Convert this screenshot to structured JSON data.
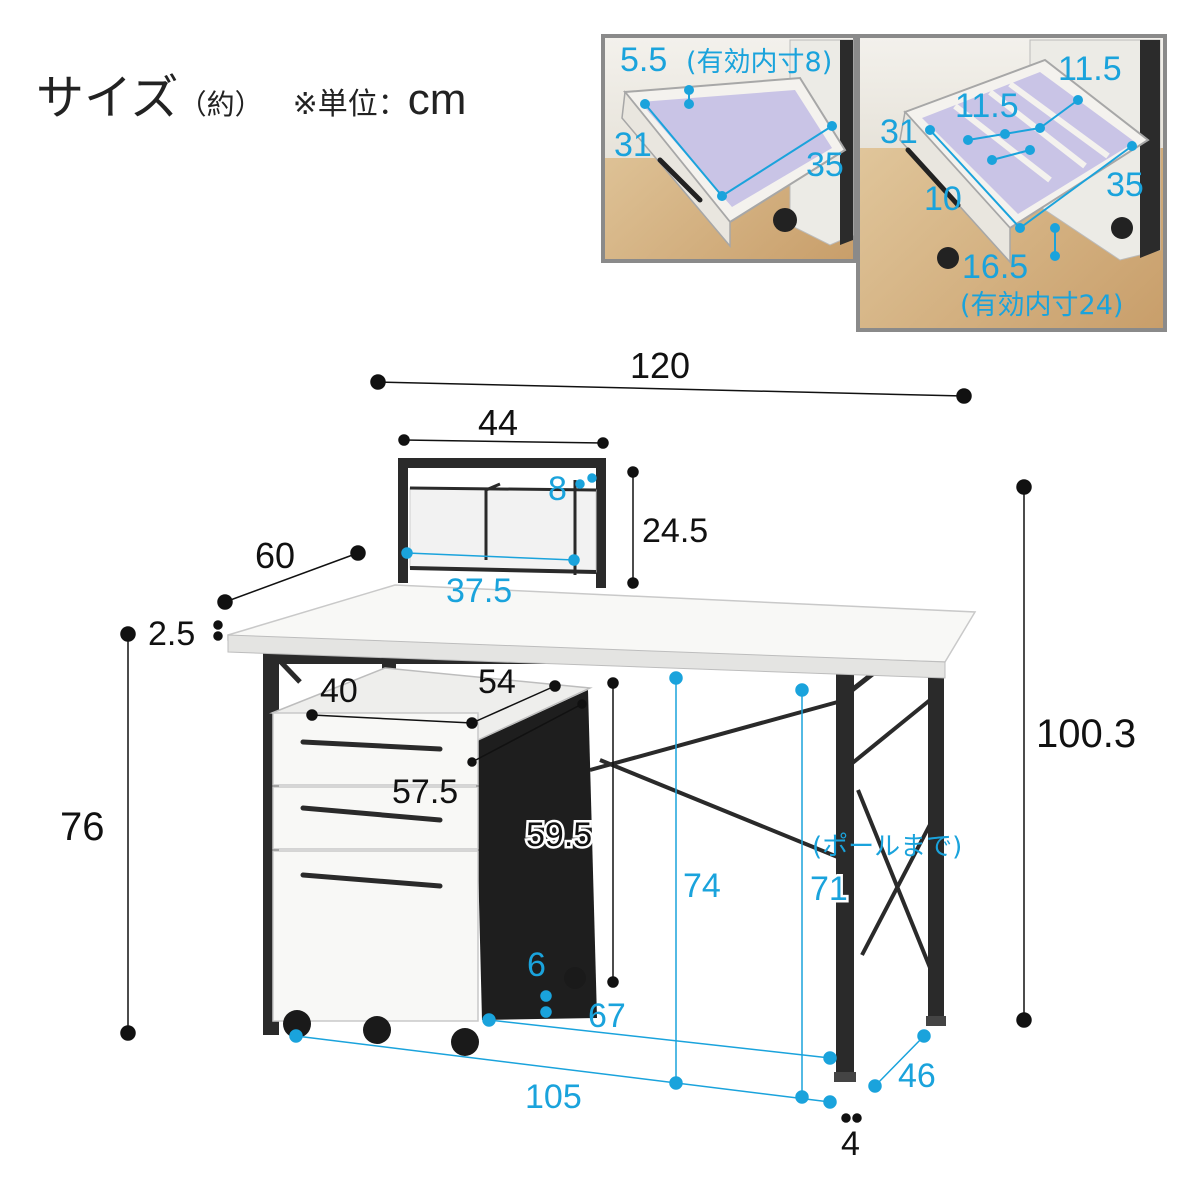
{
  "header": {
    "title": "サイズ",
    "title_note": "（約）",
    "unit_label": "※単位：",
    "unit": "cm"
  },
  "inset_top_drawer": {
    "depth_label": "5.5",
    "depth_note": "(有効内寸8)",
    "width": "31",
    "length": "35"
  },
  "inset_file_drawer": {
    "width": "31",
    "dividers": [
      "11.5",
      "11.5",
      "10"
    ],
    "length": "35",
    "depth_label": "16.5",
    "depth_note": "(有効内寸24)"
  },
  "dimensions": {
    "width": "120",
    "shelf_width": "44",
    "shelf_slot": "8",
    "shelf_height": "24.5",
    "depth": "60",
    "top_thickness": "2.5",
    "shelf_inner_width": "37.5",
    "desk_height": "76",
    "total_height": "100.3",
    "cabinet_width": "40",
    "cabinet_depth": "54",
    "cabinet_depth_total": "57.5",
    "cabinet_height": "59.5",
    "under_desk_height": "74",
    "under_pole_height": "71",
    "pole_note": "(ポールまで)",
    "caster_height": "6",
    "knee_space": "67",
    "inner_width": "105",
    "leg_depth": "46",
    "leg_width": "4"
  },
  "colors": {
    "black_dim": "#111111",
    "blue_dim": "#1aa3dc",
    "frame": "#2a2a2a",
    "white_panel": "#f5f5f3",
    "inset_border": "#8a8a8a",
    "drawer_inside": "#c9c4e6",
    "floor": "#d9b98c"
  }
}
